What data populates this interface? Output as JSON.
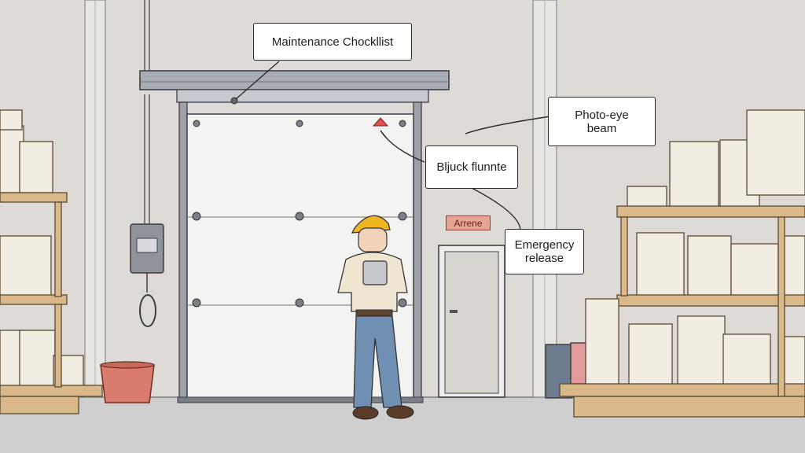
{
  "callouts": {
    "maintenance_checklist": "Maintenance Chockllist",
    "photo_eye_beam": "Photo-eye\nbeam",
    "bluck_flunnte": "Bljuck flunnte",
    "emergency_release": "Emergency\nrelease"
  },
  "door_sign": "Arrene",
  "colors": {
    "wall": "#dedbd6",
    "floor": "#cfcfcf",
    "door_panel": "#f3f3f1",
    "track": "#8e9299",
    "hard_hat": "#f0b622",
    "shirt": "#efe6d2",
    "jeans": "#6f8fb3",
    "bucket": "#d97c6e",
    "box": "#f1ede3",
    "shelf_wood": "#d9b98a",
    "sign": "#e4a593"
  }
}
